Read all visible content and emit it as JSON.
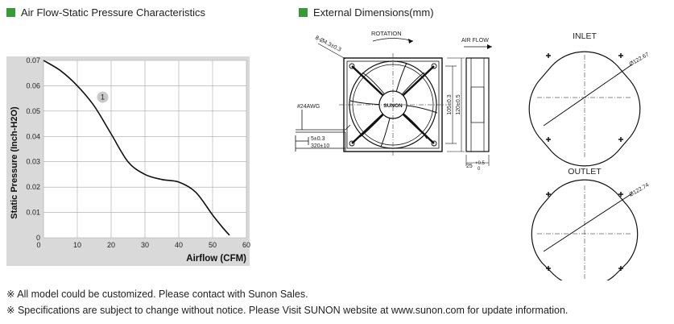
{
  "sections": {
    "airflow_title": "Air Flow-Static Pressure Characteristics",
    "dimensions_title": "External Dimensions(mm)"
  },
  "chart_data": {
    "type": "line",
    "title": "Air Flow-Static Pressure Characteristics",
    "xlabel": "Airflow (CFM)",
    "ylabel": "Static Pressure (Inch-H2O)",
    "xlim": [
      0,
      60
    ],
    "ylim": [
      0,
      0.07
    ],
    "x_ticks": [
      "0",
      "10",
      "20",
      "30",
      "40",
      "50",
      "60"
    ],
    "y_ticks": [
      "0",
      "0.01",
      "0.02",
      "0.03",
      "0.04",
      "0.05",
      "0.06",
      "0.07"
    ],
    "grid": true,
    "series": [
      {
        "marker": "1",
        "x": [
          0,
          5,
          10,
          15,
          20,
          25,
          30,
          35,
          40,
          45,
          50,
          53,
          55
        ],
        "y": [
          0.07,
          0.066,
          0.06,
          0.052,
          0.041,
          0.03,
          0.025,
          0.023,
          0.022,
          0.018,
          0.009,
          0.004,
          0.001
        ]
      }
    ]
  },
  "dimensions": {
    "hole_label": "8-Ø4.3±0.3",
    "rotation_label": "ROTATION",
    "airflow_label": "AIR FLOW",
    "brand_label": "SUNON",
    "wire_label": "#24AWG",
    "strip_label": "5±0.3",
    "lead_length_label": "320±10",
    "hole_spacing_label": "105±0.3",
    "frame_size_label": "120±0.5",
    "thickness_label": "25",
    "thickness_tol_upper": "+0.5",
    "thickness_tol_lower": "0",
    "inlet_label": "INLET",
    "inlet_diameter": "Ø122.67",
    "outlet_label": "OUTLET",
    "outlet_diameter": "Ø122.74"
  },
  "notes": [
    "※ All model could be customized. Please contact with Sunon Sales.",
    "※ Specifications are subject to change without notice. Please  Visit SUNON website at  www.sunon.com for update information."
  ]
}
